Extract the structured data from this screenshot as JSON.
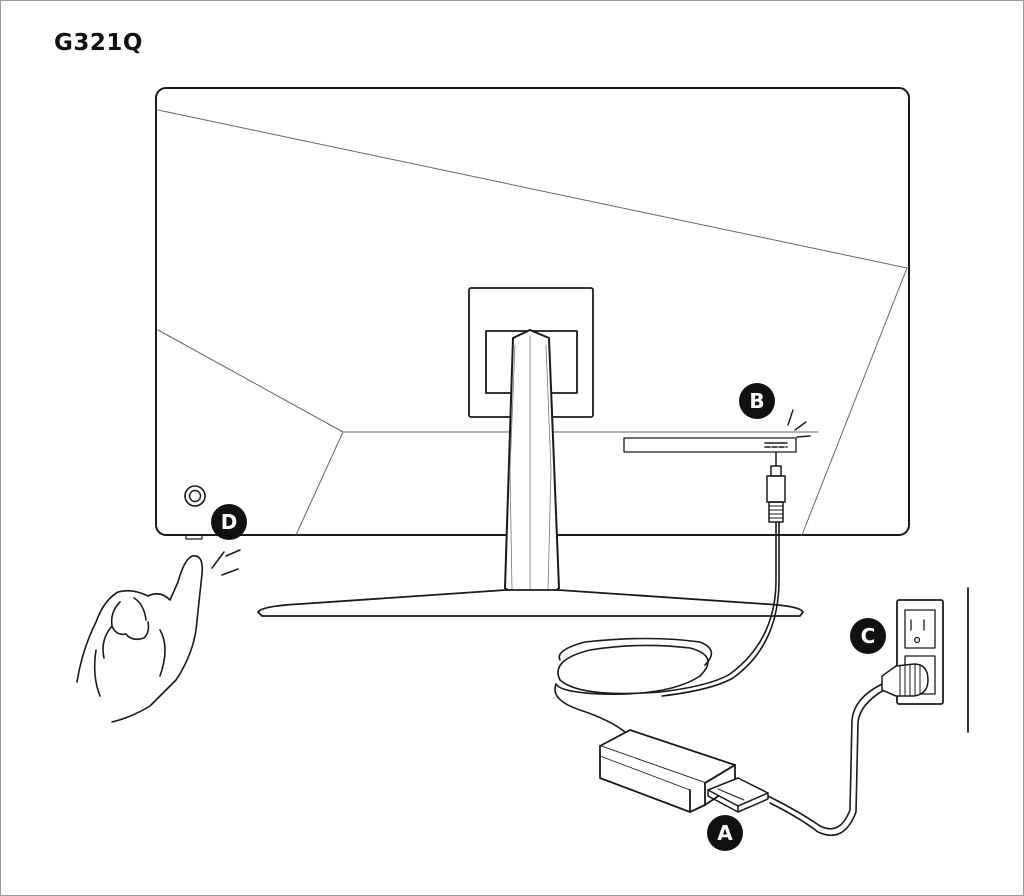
{
  "title": "G321Q",
  "callouts": {
    "a": "A",
    "b": "B",
    "c": "C",
    "d": "D"
  },
  "icons": {
    "power_button": "power-button-icon",
    "hand": "pointing-hand-icon",
    "outlet": "wall-outlet-icon"
  }
}
